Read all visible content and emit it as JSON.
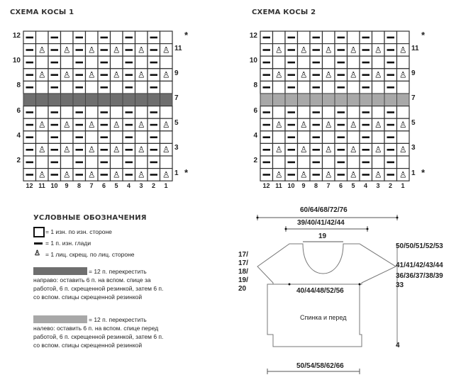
{
  "scheme1": {
    "title": "СХЕМА КОСЫ 1",
    "band_color": "#6e6e6e",
    "left_row_numbers": [
      "12",
      "10",
      "8",
      "6",
      "4",
      "2"
    ],
    "right_row_numbers": [
      "11",
      "9",
      "7",
      "5",
      "3",
      "1"
    ],
    "col_numbers": [
      "12",
      "11",
      "10",
      "9",
      "8",
      "7",
      "6",
      "5",
      "4",
      "3",
      "2",
      "1"
    ],
    "star": "*"
  },
  "scheme2": {
    "title": "СХЕМА КОСЫ 2",
    "band_color": "#a8a8a8",
    "left_row_numbers": [
      "12",
      "10",
      "8",
      "6",
      "4",
      "2"
    ],
    "right_row_numbers": [
      "11",
      "9",
      "7",
      "5",
      "3",
      "1"
    ],
    "col_numbers": [
      "12",
      "11",
      "10",
      "9",
      "8",
      "7",
      "6",
      "5",
      "4",
      "3",
      "2",
      "1"
    ],
    "star": "*"
  },
  "legend": {
    "title": "УСЛОВНЫЕ ОБОЗНАЧЕНИЯ",
    "items": [
      {
        "symbol": "empty-box",
        "text": "= 1 изн. по изн. стороне"
      },
      {
        "symbol": "dash",
        "text": "= 1 п. изн. глади"
      },
      {
        "symbol": "crossed-knit",
        "text": "= 1 лиц. скрещ. по лиц. стороне"
      },
      {
        "symbol": "dark-band",
        "color": "#6e6e6e",
        "text": "= 12 п. перекрестить направо: оставить 6 п. на вспом. спице за работой, 6 п. скрещенной резинкой, затем 6 п. со вспом. спицы скрещенной резинкой"
      },
      {
        "symbol": "light-band",
        "color": "#a8a8a8",
        "text": "= 12 п. перекрестить налево: оставить 6 п. на вспом. спице перед работой, 6 п. скрещенной резинкой, затем 6 п. со вспом. спицы скрещенной резинкой"
      }
    ]
  },
  "schematic": {
    "top_width": "60/64/68/72/76",
    "neck_width": "39/40/41/42/44",
    "neck_depth": "19",
    "body_width": "40/44/48/52/56",
    "bottom_width": "50/54/58/62/66",
    "left_heights": [
      "17/",
      "17/",
      "18/",
      "19/",
      "20"
    ],
    "right_total": "50/50/51/52/53",
    "right_1": "41/41/42/43/44",
    "right_2": "36/36/37/38/39",
    "right_3": "33",
    "right_4": "4",
    "piece_label": "Спинка и перед"
  }
}
